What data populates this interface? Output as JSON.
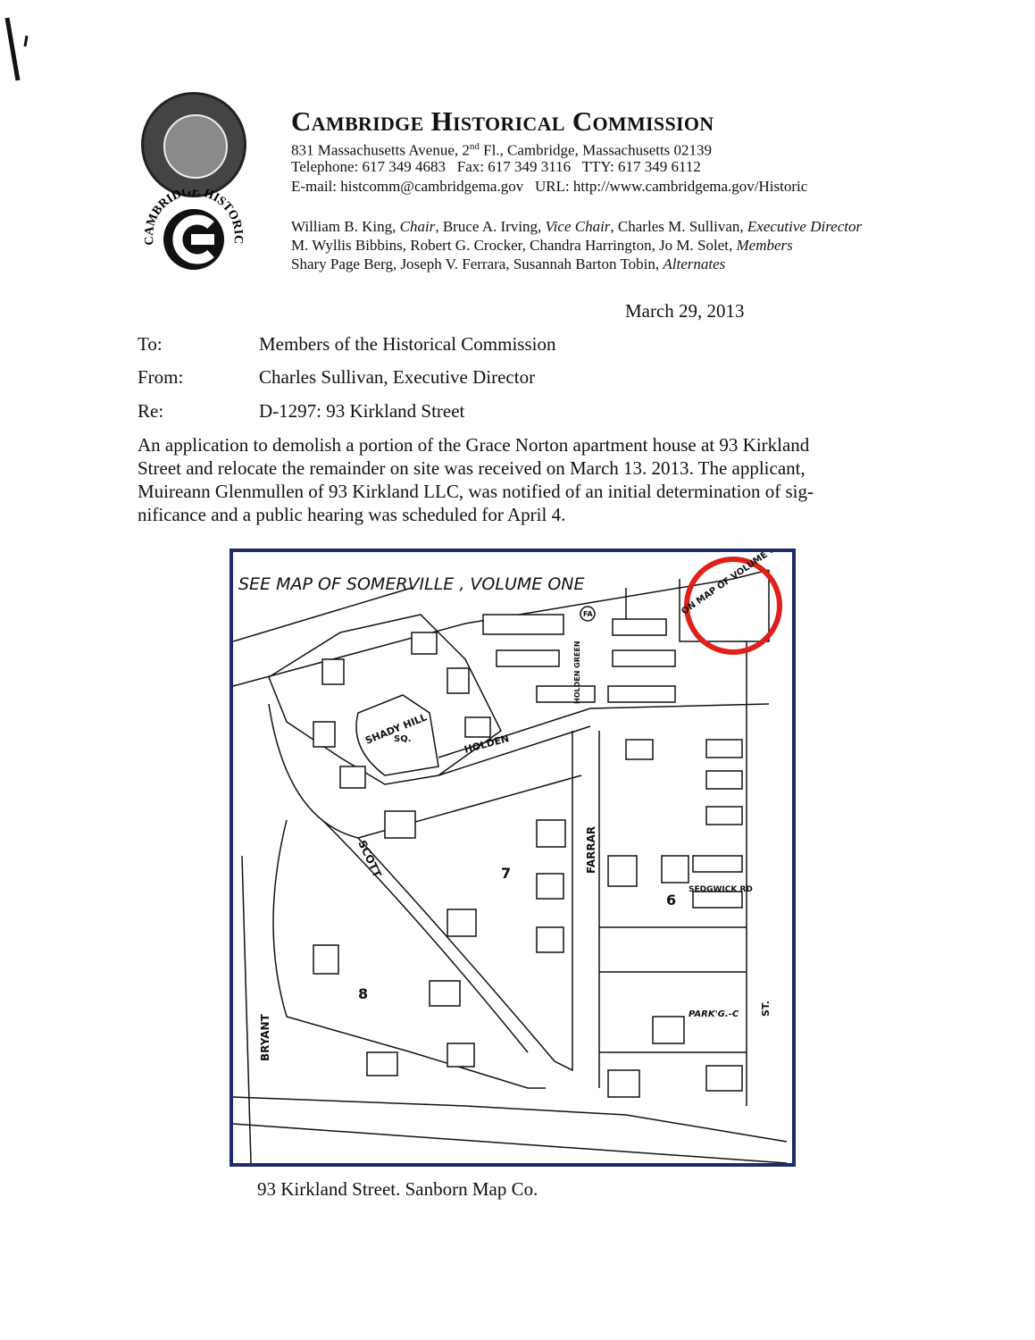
{
  "letterhead": {
    "title": "Cambridge Historical Commission",
    "address_pre": "831 Massachusetts Avenue, 2",
    "address_sup": "nd",
    "address_post": " Fl., Cambridge, Massachusetts 02139",
    "phones": "Telephone: 617 349 4683   Fax: 617 349 3116   TTY: 617 349 6112",
    "contact": "E-mail: histcomm@cambridgema.gov   URL: http://www.cambridgema.gov/Historic",
    "logo_text": "CAMBRIDGE HISTORICAL COMMISSION",
    "people": {
      "line1": [
        {
          "name": "William B. King, ",
          "role": "Chair"
        },
        {
          "name": ", Bruce A. Irving, ",
          "role": "Vice Chair"
        },
        {
          "name": ", Charles M. Sullivan, ",
          "role": "Executive Director"
        }
      ],
      "line2_names": "M. Wyllis Bibbins, Robert G. Crocker, Chandra Harrington, Jo M. Solet, ",
      "line2_role": "Members",
      "line3_names": "Shary Page Berg, Joseph V. Ferrara, Susannah Barton Tobin, ",
      "line3_role": "Alternates"
    }
  },
  "memo": {
    "date": "March 29, 2013",
    "to_label": "To:",
    "to": "Members of the Historical Commission",
    "from_label": "From:",
    "from": "Charles Sullivan, Executive Director",
    "re_label": "Re:",
    "re": "D-1297: 93 Kirkland Street"
  },
  "body_lines": [
    "An application to demolish a portion of the Grace Norton apartment house at 93 Kirkland",
    "Street and relocate the remainder on site was received on March 13. 2013.  The applicant,",
    "Muireann Glenmullen of 93 Kirkland LLC, was notified of an initial determination of sig-",
    "nificance and a public hearing was scheduled for April 4."
  ],
  "map": {
    "header": "SEE  MAP  OF  SOMERVILLE ,  VOLUME  ONE",
    "circle_note": "ON MAP OF VOLUME ONE",
    "labels": {
      "shady_hill": "SHADY HILL",
      "sq": "SQ.",
      "holden": "HOLDEN",
      "scott": "SCOTT",
      "bryant": "BRYANT",
      "farrar": "FARRAR",
      "sedgwick": "SEDGWICK RD",
      "parking": "PARK'G.-C",
      "st": "ST.",
      "holden_green": "HOLDEN GREEN",
      "block7": "7",
      "block6": "6",
      "block8": "8",
      "fa": "FA"
    },
    "border_color": "#1d2a6b",
    "highlight_color": "#e0201a"
  },
  "caption": "93 Kirkland Street. Sanborn Map Co."
}
